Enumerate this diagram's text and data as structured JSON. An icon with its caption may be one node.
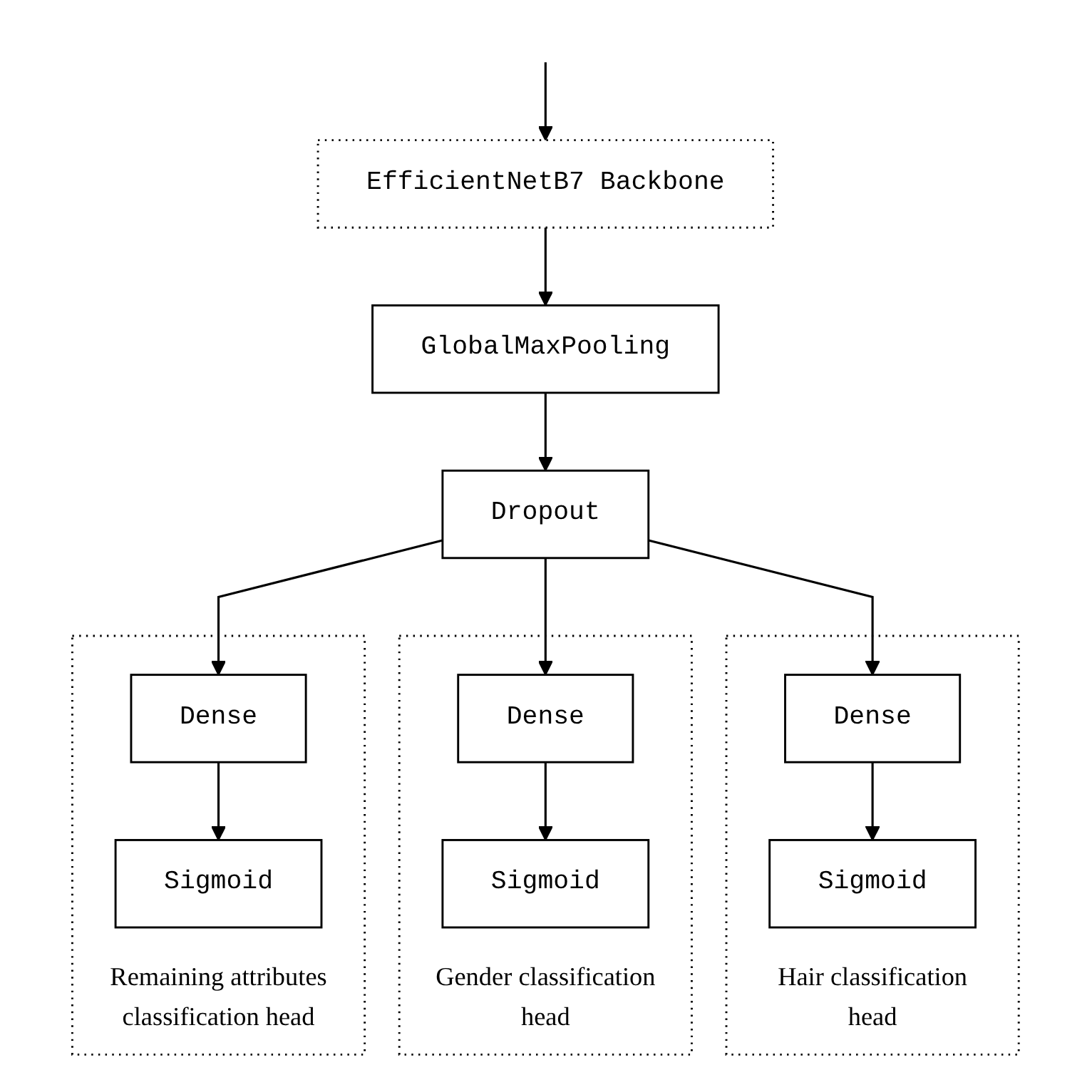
{
  "diagram": {
    "nodes": [
      {
        "text": [
          "EfficientNetB7 Backbone"
        ]
      },
      {
        "text": [
          "GlobalMaxPooling"
        ]
      },
      {
        "text": [
          "Dropout"
        ]
      },
      {
        "text": [
          "Remaining attributes classification head"
        ]
      },
      {
        "text": [
          "Dense"
        ],
        "in": 3
      },
      {
        "text": [
          "Sigmoid"
        ],
        "in": 3
      },
      {
        "text": [
          "Gender classification head"
        ]
      },
      {
        "text": [
          "Dense"
        ],
        "in": 6
      },
      {
        "text": [
          "Sigmoid"
        ],
        "in": 6
      },
      {
        "text": [
          "Hair classification head"
        ]
      },
      {
        "text": [
          "Dense"
        ],
        "in": 9
      },
      {
        "text": [
          "Sigmoid"
        ],
        "in": 9
      }
    ],
    "edges": [
      {
        "from": null,
        "to": 0,
        "arrow": "to"
      },
      {
        "from": 0,
        "to": 1,
        "arrow": "to"
      },
      {
        "from": 1,
        "to": 2,
        "arrow": "to"
      },
      {
        "from": 2,
        "to": 4,
        "arrow": "to"
      },
      {
        "from": 2,
        "to": 7,
        "arrow": "to"
      },
      {
        "from": 2,
        "to": 10,
        "arrow": "to"
      },
      {
        "from": 4,
        "to": 5,
        "arrow": "to"
      },
      {
        "from": 7,
        "to": 8,
        "arrow": "to"
      },
      {
        "from": 10,
        "to": 11,
        "arrow": "to"
      }
    ]
  }
}
